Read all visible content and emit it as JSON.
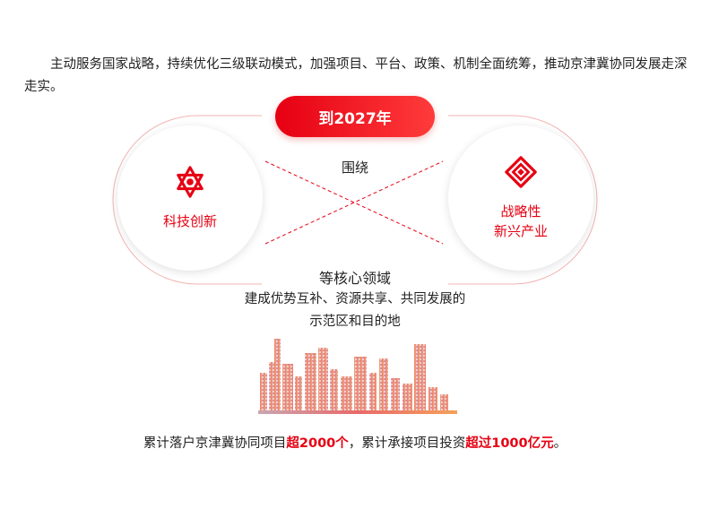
{
  "intro": "主动服务国家战略，持续优化三级联动模式，加强项目、平台、政策、机制全面统筹，推动京津冀协同发展走深走实。",
  "pill_label": "到2027年",
  "center_top": "围绕",
  "center_bottom": "等核心领域",
  "left_circle": {
    "label": "科技创新",
    "icon": "star-of-david-icon"
  },
  "right_circle": {
    "label_line1": "战略性",
    "label_line2": "新兴产业",
    "icon": "diamond-emblem-icon"
  },
  "description_line1": "建成优势互补、资源共享、共同发展的",
  "description_line2": "示范区和目的地",
  "footer": {
    "part1": "累计落户京津冀协同项目",
    "highlight1": "超2000个",
    "part2": "，累计承接项目投资",
    "highlight2": "超过1000亿元",
    "part3": "。"
  },
  "colors": {
    "accent": "#e60012",
    "accent_light": "#ff4d4d",
    "text": "#222222"
  }
}
